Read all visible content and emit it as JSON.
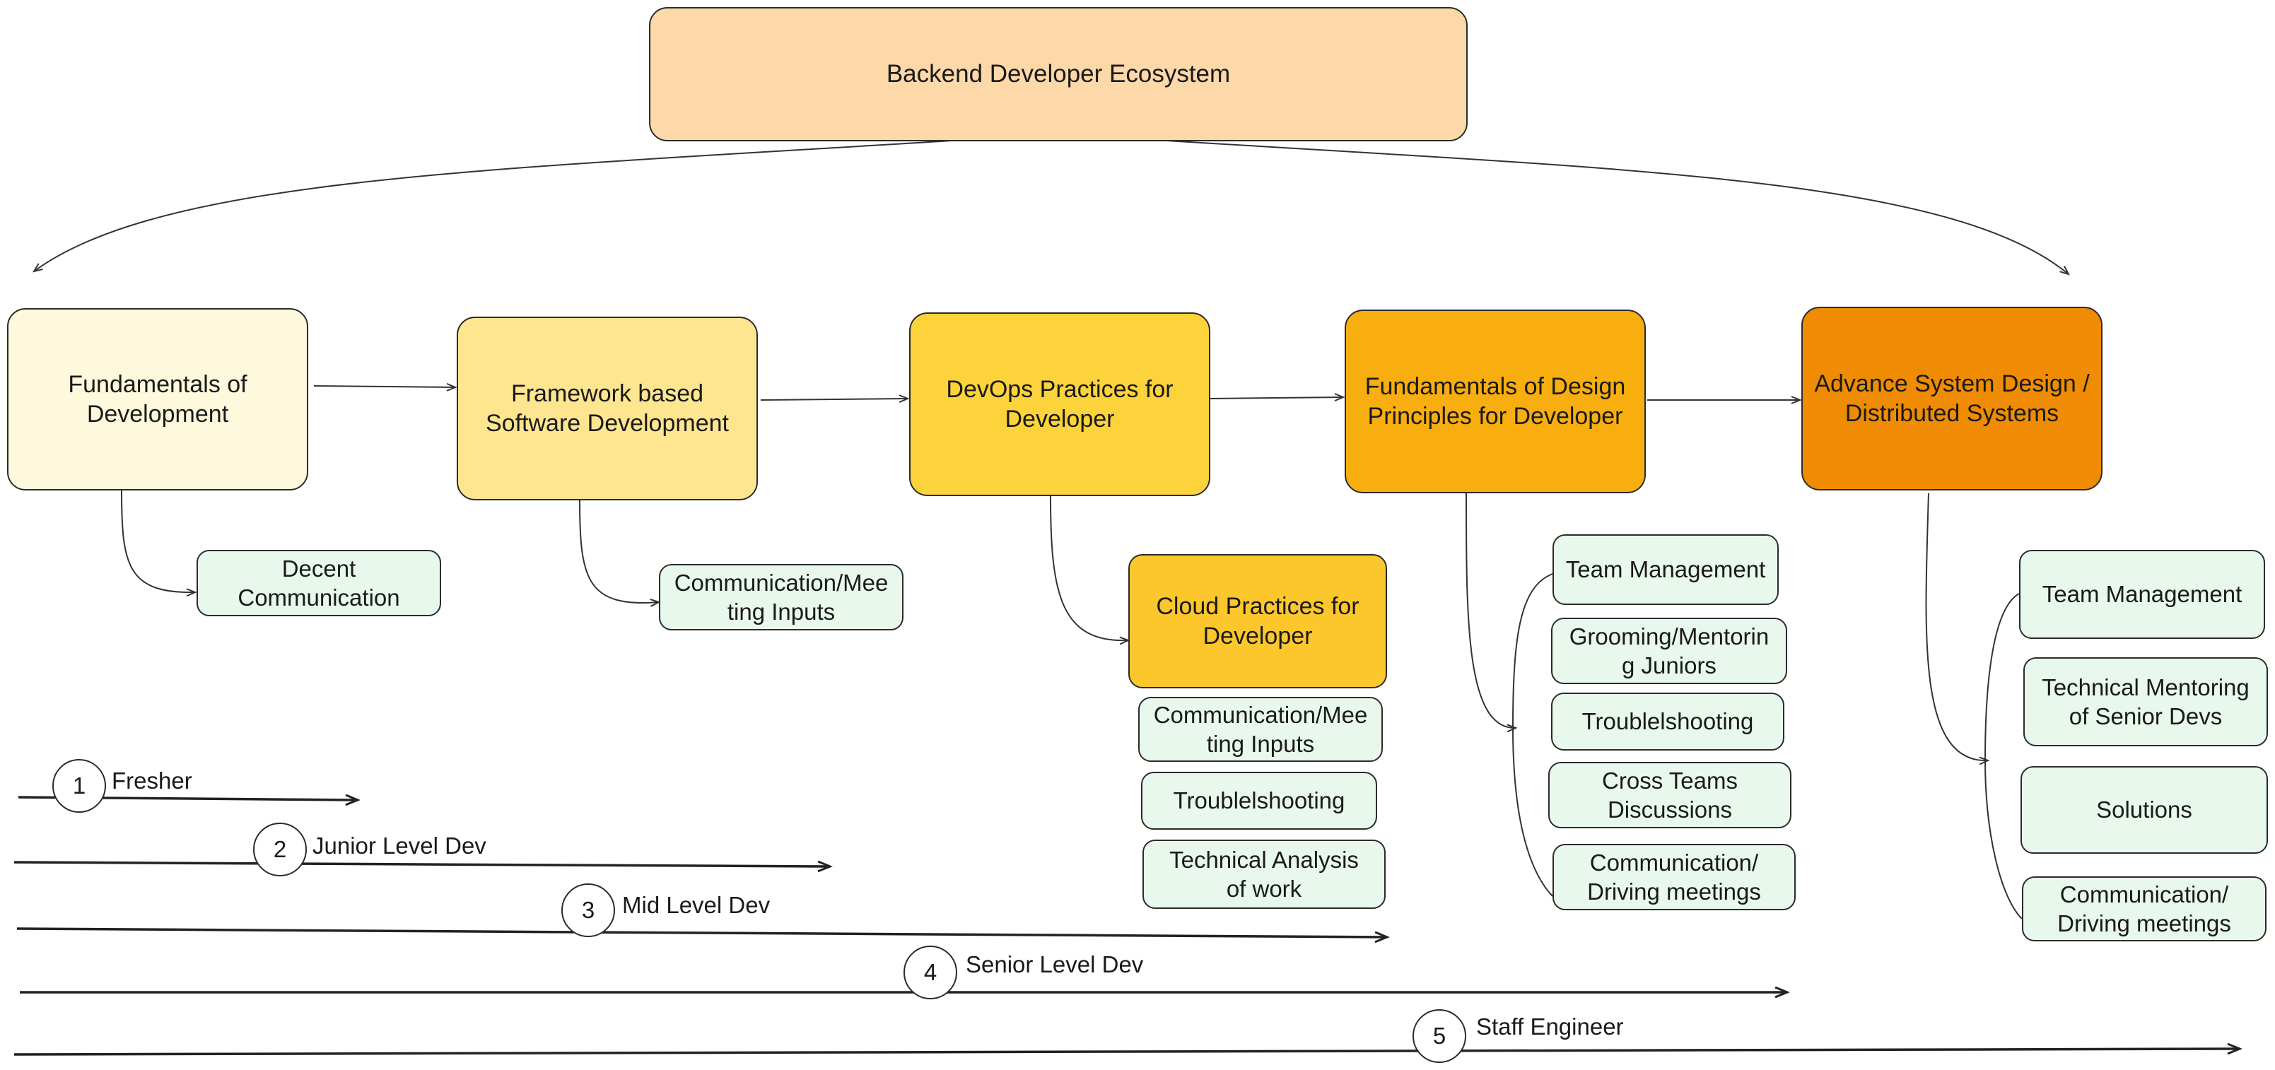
{
  "root": {
    "label": "Backend Developer Ecosystem",
    "color": "#fdd8a8"
  },
  "stages": [
    {
      "label": "Fundamentals of\nDevelopment",
      "color": "#fef8dc"
    },
    {
      "label": "Framework based\nSoftware Development",
      "color": "#fde68f"
    },
    {
      "label": "DevOps Practices for\nDeveloper",
      "color": "#fcd33a"
    },
    {
      "label": "Fundamentals of Design\nPrinciples for Developer",
      "color": "#f8ae0e"
    },
    {
      "label": "Advance System Design /\nDistributed Systems",
      "color": "#ef8c03"
    }
  ],
  "skills": {
    "fundamentals": [
      "Decent\nCommunication"
    ],
    "framework": [
      "Communication/Mee\nting Inputs"
    ],
    "devops_cloud": {
      "label": "Cloud Practices for\nDeveloper",
      "color": "#fcc72c"
    },
    "cloud_children": [
      "Communication/Mee\nting Inputs",
      "Troublelshooting",
      "Technical Analysis\nof work"
    ],
    "design": [
      "Team Management",
      "Grooming/Mentorin\ng Juniors",
      "Troublelshooting",
      "Cross Teams\nDiscussions",
      "Communication/\nDriving meetings"
    ],
    "advanced": [
      "Team Management",
      "Technical Mentoring\nof Senior Devs",
      "Solutions",
      "Communication/\nDriving meetings"
    ]
  },
  "skill_color": "#e9f8ec",
  "levels": [
    {
      "number": "1",
      "label": "Fresher"
    },
    {
      "number": "2",
      "label": "Junior Level Dev"
    },
    {
      "number": "3",
      "label": "Mid Level Dev"
    },
    {
      "number": "4",
      "label": "Senior Level Dev"
    },
    {
      "number": "5",
      "label": "Staff Engineer"
    }
  ]
}
